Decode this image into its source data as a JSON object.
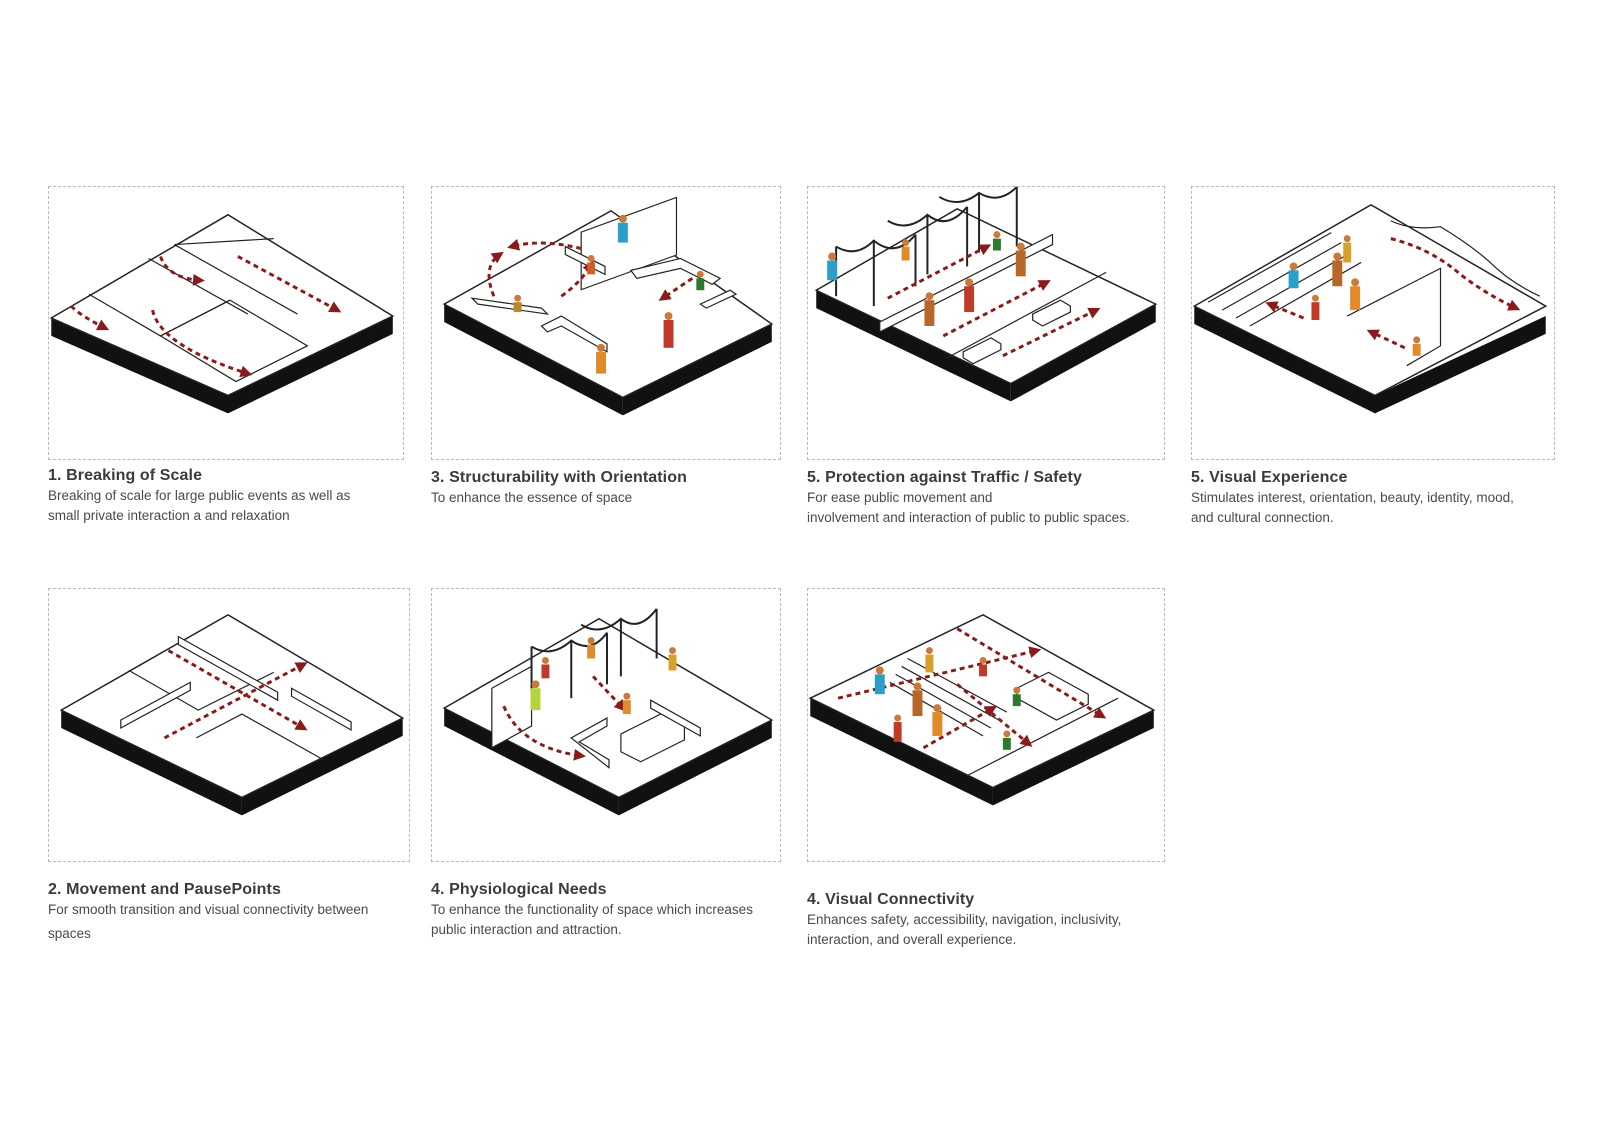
{
  "colors": {
    "arrow": "#8a1b1b",
    "slab": "#111111",
    "outline": "#222222",
    "frame": "#b9b9b9"
  },
  "panels": [
    {
      "key": "p1",
      "title": "1. Breaking of Scale",
      "desc": [
        "Breaking of scale for large public events as well as",
        "small private interaction a and relaxation"
      ]
    },
    {
      "key": "p3",
      "title": "3. Structurability with Orientation",
      "desc": [
        "To enhance the essence of space"
      ]
    },
    {
      "key": "p5a",
      "title": "5. Protection against Traffic / Safety",
      "desc": [
        "For ease public movement and",
        "involvement and interaction of public to public spaces."
      ]
    },
    {
      "key": "p5b",
      "title": "5. Visual Experience",
      "desc": [
        "Stimulates interest, orientation, beauty, identity, mood,",
        "and cultural connection."
      ]
    },
    {
      "key": "p2",
      "title": "2. Movement and PausePoints",
      "desc": [
        "For smooth transition and visual connectivity between",
        "spaces"
      ]
    },
    {
      "key": "p4a",
      "title": "4. Physiological Needs",
      "desc": [
        "To enhance the functionality of space which increases",
        "public interaction and attraction."
      ]
    },
    {
      "key": "p4b",
      "title": "4. Visual Connectivity",
      "desc": [
        "Enhances safety, accessibility, navigation, inclusivity,",
        "interaction, and overall experience."
      ]
    }
  ]
}
